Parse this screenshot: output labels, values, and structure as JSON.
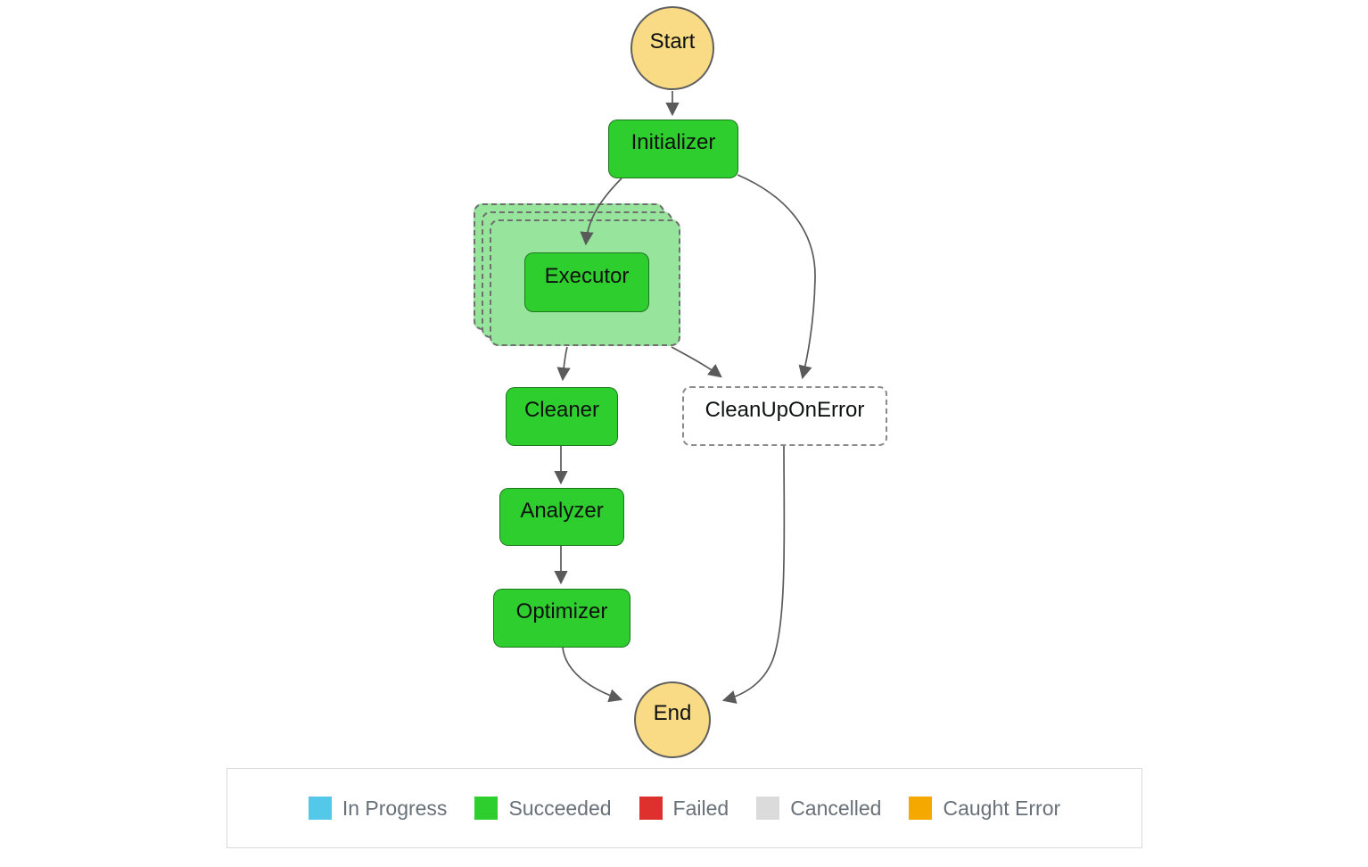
{
  "graph": {
    "nodes": {
      "start": {
        "label": "Start",
        "status": "terminal"
      },
      "initializer": {
        "label": "Initializer",
        "status": "succeeded"
      },
      "executor": {
        "label": "Executor",
        "status": "succeeded"
      },
      "cleaner": {
        "label": "Cleaner",
        "status": "succeeded"
      },
      "analyzer": {
        "label": "Analyzer",
        "status": "succeeded"
      },
      "optimizer": {
        "label": "Optimizer",
        "status": "succeeded"
      },
      "cleanup_on_error": {
        "label": "CleanUpOnError",
        "status": "not-executed"
      },
      "end": {
        "label": "End",
        "status": "terminal"
      }
    },
    "edges": [
      {
        "from": "start",
        "to": "initializer"
      },
      {
        "from": "initializer",
        "to": "executor"
      },
      {
        "from": "initializer",
        "to": "cleanup_on_error"
      },
      {
        "from": "executor",
        "to": "cleaner"
      },
      {
        "from": "executor",
        "to": "cleanup_on_error"
      },
      {
        "from": "cleaner",
        "to": "analyzer"
      },
      {
        "from": "analyzer",
        "to": "optimizer"
      },
      {
        "from": "optimizer",
        "to": "end"
      },
      {
        "from": "cleanup_on_error",
        "to": "end"
      }
    ],
    "map_iterations_visible_layers": 3
  },
  "colors": {
    "succeeded_fill": "#2fce2f",
    "terminal_fill": "#f9da85",
    "map_iterations_fill": "#97e49c",
    "not_executed_fill": "#ffffff"
  },
  "legend": {
    "items": [
      {
        "label": "In Progress",
        "color": "#54c8e8"
      },
      {
        "label": "Succeeded",
        "color": "#2fce2f"
      },
      {
        "label": "Failed",
        "color": "#de312e"
      },
      {
        "label": "Cancelled",
        "color": "#dbdbdb"
      },
      {
        "label": "Caught Error",
        "color": "#f5a800"
      }
    ]
  }
}
